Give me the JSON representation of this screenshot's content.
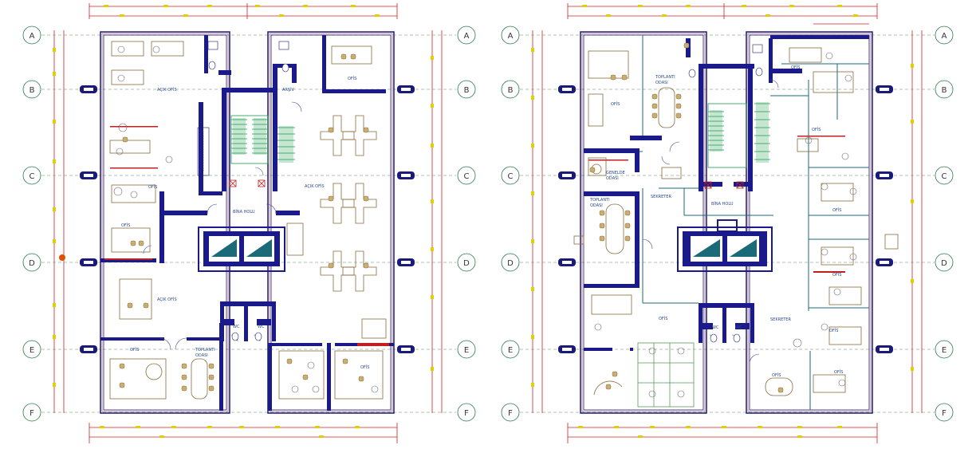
{
  "plan": {
    "axes": [
      "A",
      "B",
      "C",
      "D",
      "E",
      "F"
    ],
    "left_rooms": {
      "acik_ofis_1": "AÇIK OFİS",
      "ofis_top": "OFİS",
      "arsiv": "ARŞİV",
      "ofis_mid": "OFİS",
      "ofis_small": "OFİS",
      "acik_ofis_2": "AÇIK OFİS",
      "bina_holu": "BİNA HOLU",
      "acik_ofis_3": "AÇIK OFİS",
      "ofis_bl": "OFİS",
      "toplanti_1": "TOPLANTI",
      "toplanti_2": "ODASI",
      "wc_1": "WC",
      "wc_2": "WC",
      "ofis_br": "OFİS"
    },
    "right_rooms": {
      "ofis_tl": "OFİS",
      "toplanti_1": "TOPLANTI",
      "toplanti_2": "ODASI",
      "ofis_tr": "OFİS",
      "genel_1": "GENELDE",
      "genel_2": "ODASI",
      "toplanti_b1": "TOPLANTI",
      "toplanti_b2": "ODASI",
      "sekreter_1": "SEKRETER",
      "bina_holu": "BİNA HOLU",
      "ofis_r1": "OFİS",
      "ofis_r2": "OFİS",
      "ofis_r3": "OFİS",
      "ofis_mid": "OFİS",
      "wc_1": "WC",
      "wc_2": "WC",
      "sekreter_2": "SEKRETER",
      "ofis_r4": "OFİS",
      "ofis_bc": "OFİS",
      "ofis_br": "OFİS"
    }
  },
  "colors": {
    "wall": "#1a1a7a",
    "red_dim": "#d02020",
    "yellow": "#e0d000",
    "green": "#1a9a4a",
    "teal": "#1a6a7a",
    "furniture": "#8a6a3a",
    "thin": "#4a4a9a"
  }
}
